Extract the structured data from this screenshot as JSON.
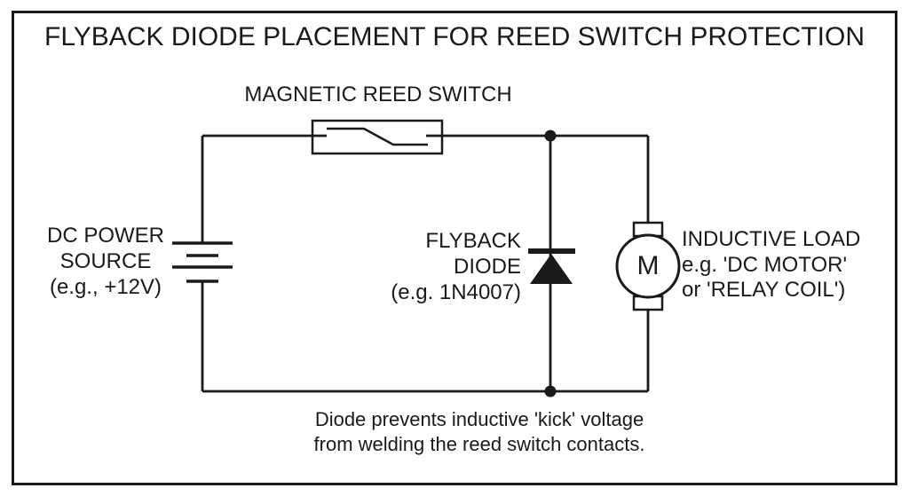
{
  "title": "FLYBACK DIODE PLACEMENT FOR REED SWITCH PROTECTION",
  "colors": {
    "ink": "#1a1a1a",
    "background": "#ffffff"
  },
  "components": {
    "reed_switch": {
      "label": "MAGNETIC REED SWITCH"
    },
    "power_source": {
      "lines": [
        "DC POWER",
        "SOURCE",
        "(e.g., +12V)"
      ]
    },
    "flyback_diode": {
      "lines": [
        "FLYBACK",
        "DIODE",
        "(e.g. 1N4007)"
      ]
    },
    "inductive_load": {
      "lines": [
        "INDUCTIVE LOAD",
        "e.g. 'DC MOTOR'",
        "or 'RELAY COIL')"
      ]
    },
    "motor": {
      "letter": "M"
    }
  },
  "caption": {
    "lines": [
      "Diode prevents inductive 'kick' voltage",
      "from welding the reed switch contacts."
    ]
  }
}
